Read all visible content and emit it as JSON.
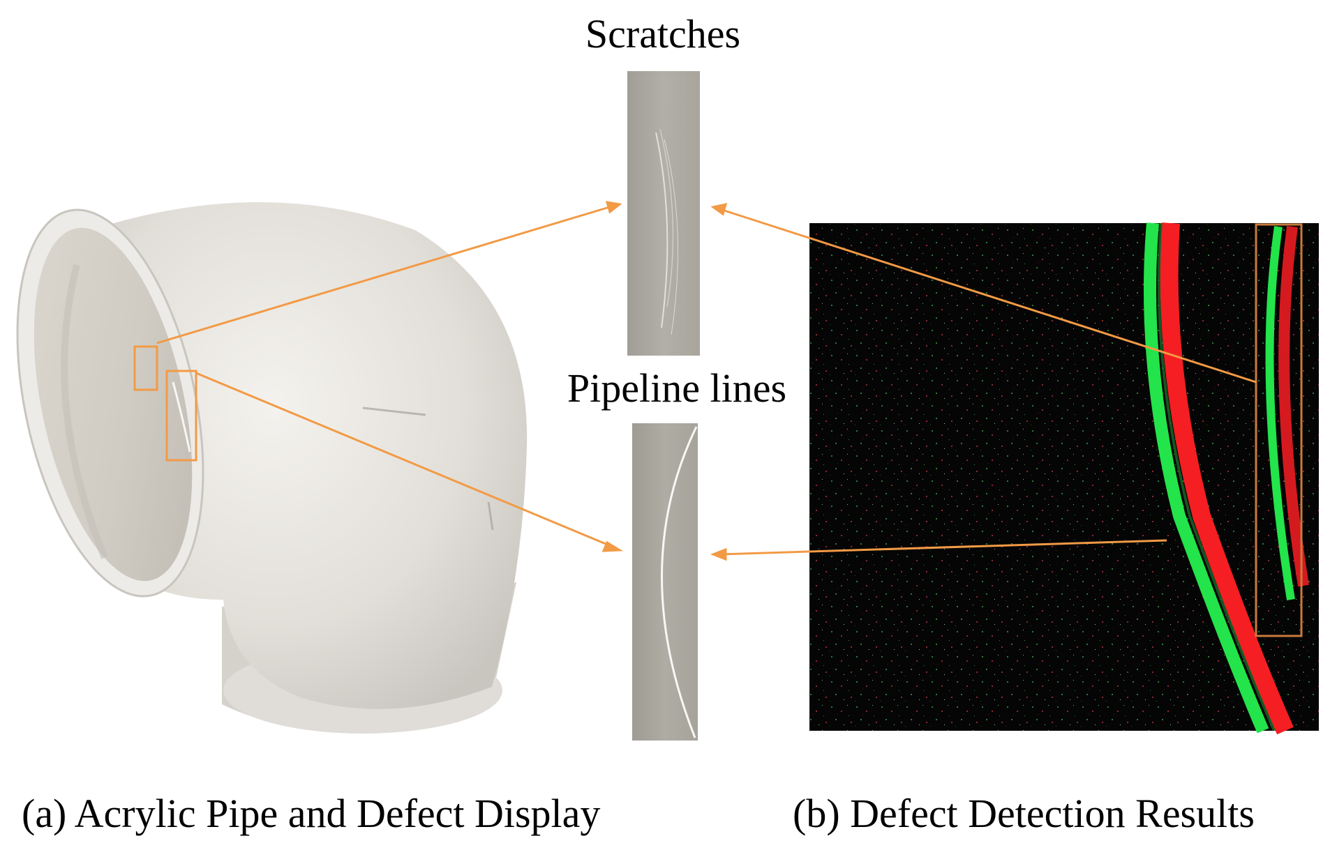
{
  "labels": {
    "scratches": "Scratches",
    "pipeline_lines": "Pipeline lines"
  },
  "captions": {
    "a": "(a)  Acrylic Pipe  and Defect Display",
    "b": "(b)  Defect Detection Results"
  },
  "colors": {
    "annotation_orange": "#F29A45",
    "detection_background": "#050505",
    "detection_green": "#23E44A",
    "detection_red": "#F51E22",
    "pipe_white": "#E8E6E2",
    "crop_gray": "#A8A59D"
  }
}
